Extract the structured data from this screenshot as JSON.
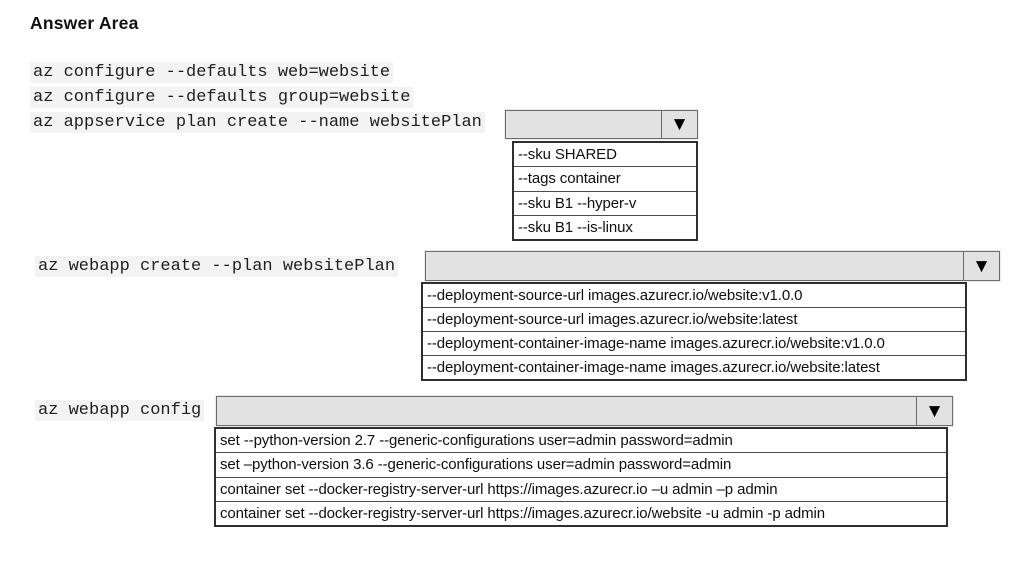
{
  "title": "Answer Area",
  "colors": {
    "dropdown_bg": "#e2e2e2",
    "dropdown_border": "#6b6b6b",
    "options_border": "#2f2f2f",
    "text": "#1f1f1f"
  },
  "icons": {
    "dropdown_arrow": "▼"
  },
  "commands": {
    "line1": "az configure --defaults web=website",
    "line2": "az configure --defaults group=website",
    "line3": "az appservice plan create --name websitePlan",
    "line4": "az webapp create --plan websitePlan",
    "line5": "az webapp config"
  },
  "dropdowns": [
    {
      "name": "appservice-plan-create-argument",
      "selected_value": "",
      "options": [
        "--sku SHARED",
        "--tags container",
        "--sku B1 --hyper-v",
        "--sku B1 --is-linux"
      ]
    },
    {
      "name": "webapp-create-argument",
      "selected_value": "",
      "options": [
        "--deployment-source-url images.azurecr.io/website:v1.0.0",
        "--deployment-source-url images.azurecr.io/website:latest",
        "--deployment-container-image-name images.azurecr.io/website:v1.0.0",
        "--deployment-container-image-name images.azurecr.io/website:latest"
      ]
    },
    {
      "name": "webapp-config-argument",
      "selected_value": "",
      "options": [
        "set --python-version 2.7 --generic-configurations user=admin password=admin",
        "set –python-version 3.6 --generic-configurations user=admin password=admin",
        "container set --docker-registry-server-url https://images.azurecr.io –u admin –p admin",
        "container set --docker-registry-server-url https://images.azurecr.io/website -u admin -p admin"
      ]
    }
  ]
}
